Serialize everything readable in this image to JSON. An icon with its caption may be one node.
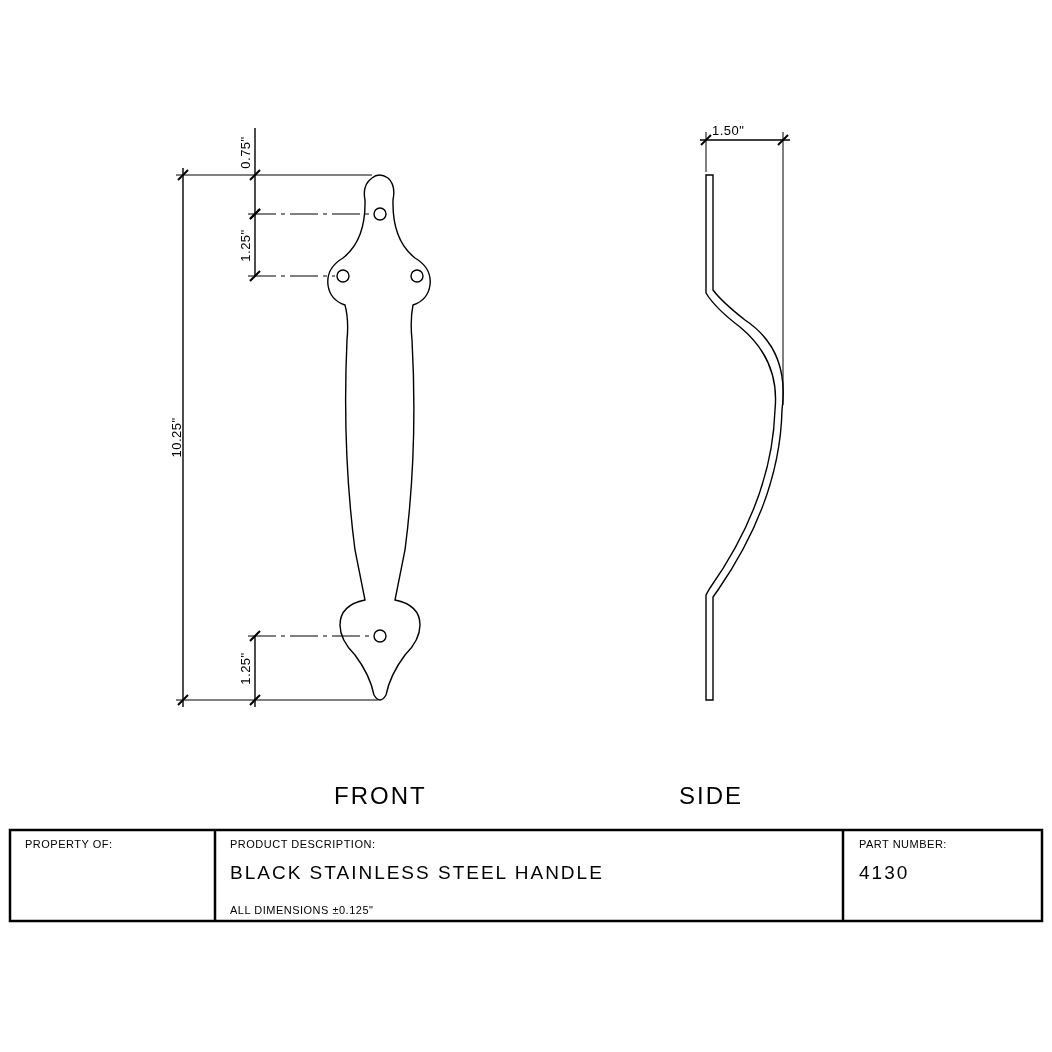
{
  "diagram": {
    "labels": [
      "1.50\"",
      "0.75\"",
      "1.25\"",
      "10.25\"",
      "1.25\"",
      "FRONT",
      "SIDE",
      "PROPERTY OF:",
      "PRODUCT DESCRIPTION:",
      "PART NUMBER:",
      "BLACK STAINLESS STEEL HANDLE",
      "4130",
      "ALL DIMENSIONS ±0.125\""
    ]
  }
}
